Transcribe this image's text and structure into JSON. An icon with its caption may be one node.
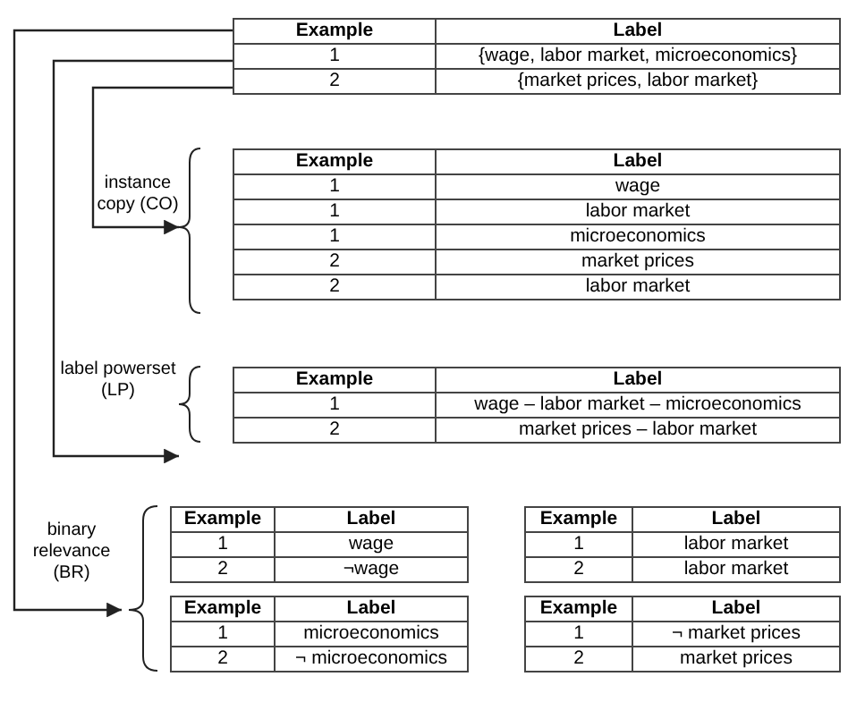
{
  "diagram": {
    "nodes": [
      {
        "text": [
          "Example",
          "Label",
          "1",
          "{wage, labor market, microeconomics}",
          "2",
          "{market prices, labor market}"
        ]
      },
      {
        "text": [
          "instance copy (CO)"
        ]
      },
      {
        "text": [
          "Example",
          "Label",
          "1",
          "wage",
          "1",
          "labor market",
          "1",
          "microeconomics",
          "2",
          "market prices",
          "2",
          "labor market"
        ]
      },
      {
        "text": [
          "label powerset (LP)"
        ]
      },
      {
        "text": [
          "Example",
          "Label",
          "1",
          "wage – labor market – microeconomics",
          "2",
          "market prices – labor market"
        ]
      },
      {
        "text": [
          "binary relevance (BR)"
        ]
      },
      {
        "text": [
          "Example",
          "Label",
          "1",
          "wage",
          "2",
          "¬wage"
        ]
      },
      {
        "text": [
          "Example",
          "Label",
          "1",
          "labor market",
          "2",
          "labor market"
        ]
      },
      {
        "text": [
          "Example",
          "Label",
          "1",
          "microeconomics",
          "2",
          "¬ microeconomics"
        ]
      },
      {
        "text": [
          "Example",
          "Label",
          "1",
          "¬ market prices",
          "2",
          "market prices"
        ]
      }
    ],
    "edges": [
      {
        "from": 0,
        "to": 1,
        "arrow": "to"
      },
      {
        "from": 0,
        "to": 3,
        "arrow": "to"
      },
      {
        "from": 0,
        "to": 5,
        "arrow": "to"
      }
    ]
  }
}
